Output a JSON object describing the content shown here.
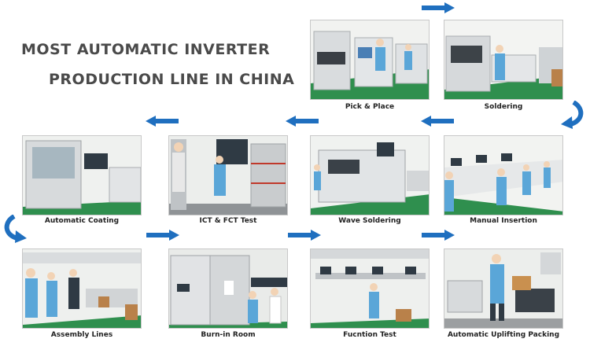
{
  "headline": {
    "line1": "MOST AUTOMATIC INVERTER",
    "line2": "PRODUCTION LINE IN CHINA"
  },
  "stages": [
    {
      "label": "Pick & Place"
    },
    {
      "label": "Soldering"
    },
    {
      "label": "Automatic Coating"
    },
    {
      "label": "ICT & FCT Test"
    },
    {
      "label": "Wave Soldering"
    },
    {
      "label": "Manual Insertion"
    },
    {
      "label": "Assembly Lines"
    },
    {
      "label": "Burn-in Room"
    },
    {
      "label": "Fucntion Test"
    },
    {
      "label": "Automatic Uplifting Packing"
    }
  ],
  "colors": {
    "arrow": "#1f6fbf",
    "floor": "#2f8f4e",
    "worker": "#5aa6d8",
    "machine": "#d9dcde",
    "wall": "#eef0ee"
  }
}
